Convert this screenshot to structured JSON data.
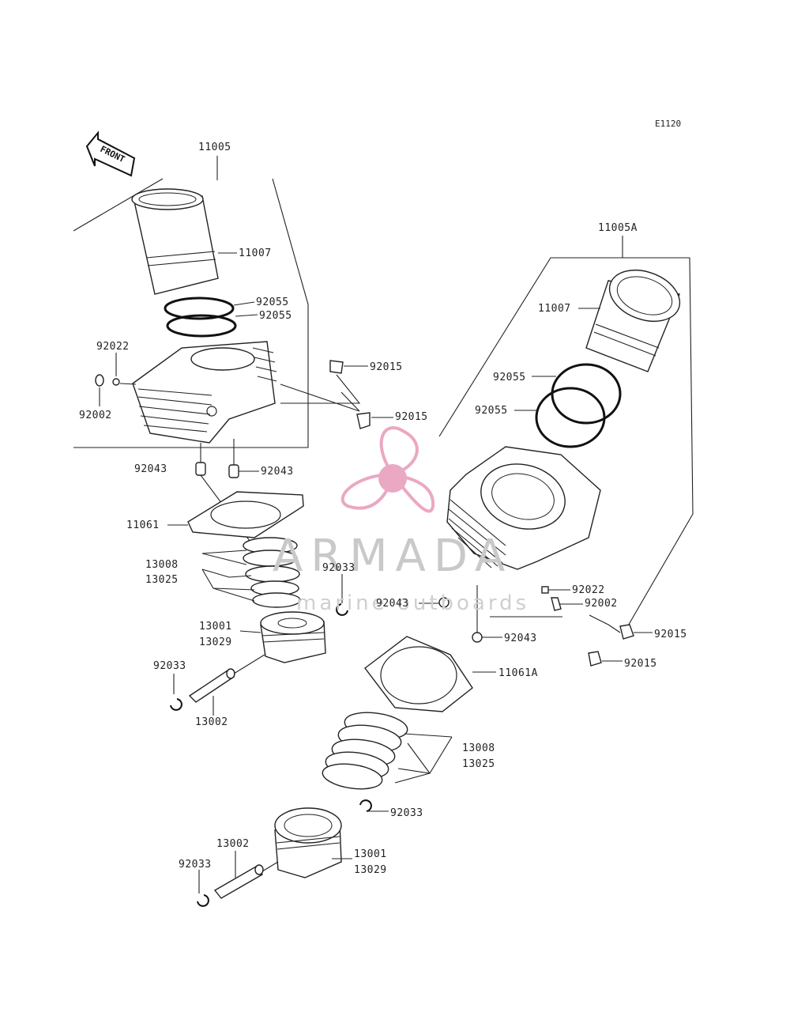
{
  "ref_code": "E1120",
  "front_label": "FRONT",
  "watermark": {
    "brand": "ARMADA",
    "tagline": "marine outboards",
    "logo_color": "#e79ab8"
  },
  "callouts": {
    "c11005": "11005",
    "c11007_a": "11007",
    "c92055_a1": "92055",
    "c92055_a2": "92055",
    "c92022_a": "92022",
    "c92002_a": "92002",
    "c92015_a1": "92015",
    "c92015_a2": "92015",
    "c92043_a1": "92043",
    "c92043_a2": "92043",
    "c11061": "11061",
    "c13008_a": "13008",
    "c13025_a": "13025",
    "c92033_a1": "92033",
    "c13001_a": "13001",
    "c13029_a": "13029",
    "c92033_a2": "92033",
    "c13002_a": "13002",
    "c11005A": "11005A",
    "c11007_b": "11007",
    "c92055_b1": "92055",
    "c92055_b2": "92055",
    "c92022_b": "92022",
    "c92002_b": "92002",
    "c92043_b1": "92043",
    "c92043_b2": "92043",
    "c92015_b1": "92015",
    "c92015_b2": "92015",
    "c11061A": "11061A",
    "c13008_b": "13008",
    "c13025_b": "13025",
    "c92033_b1": "92033",
    "c13002_b": "13002",
    "c13001_b": "13001",
    "c13029_b": "13029",
    "c92033_b2": "92033"
  }
}
